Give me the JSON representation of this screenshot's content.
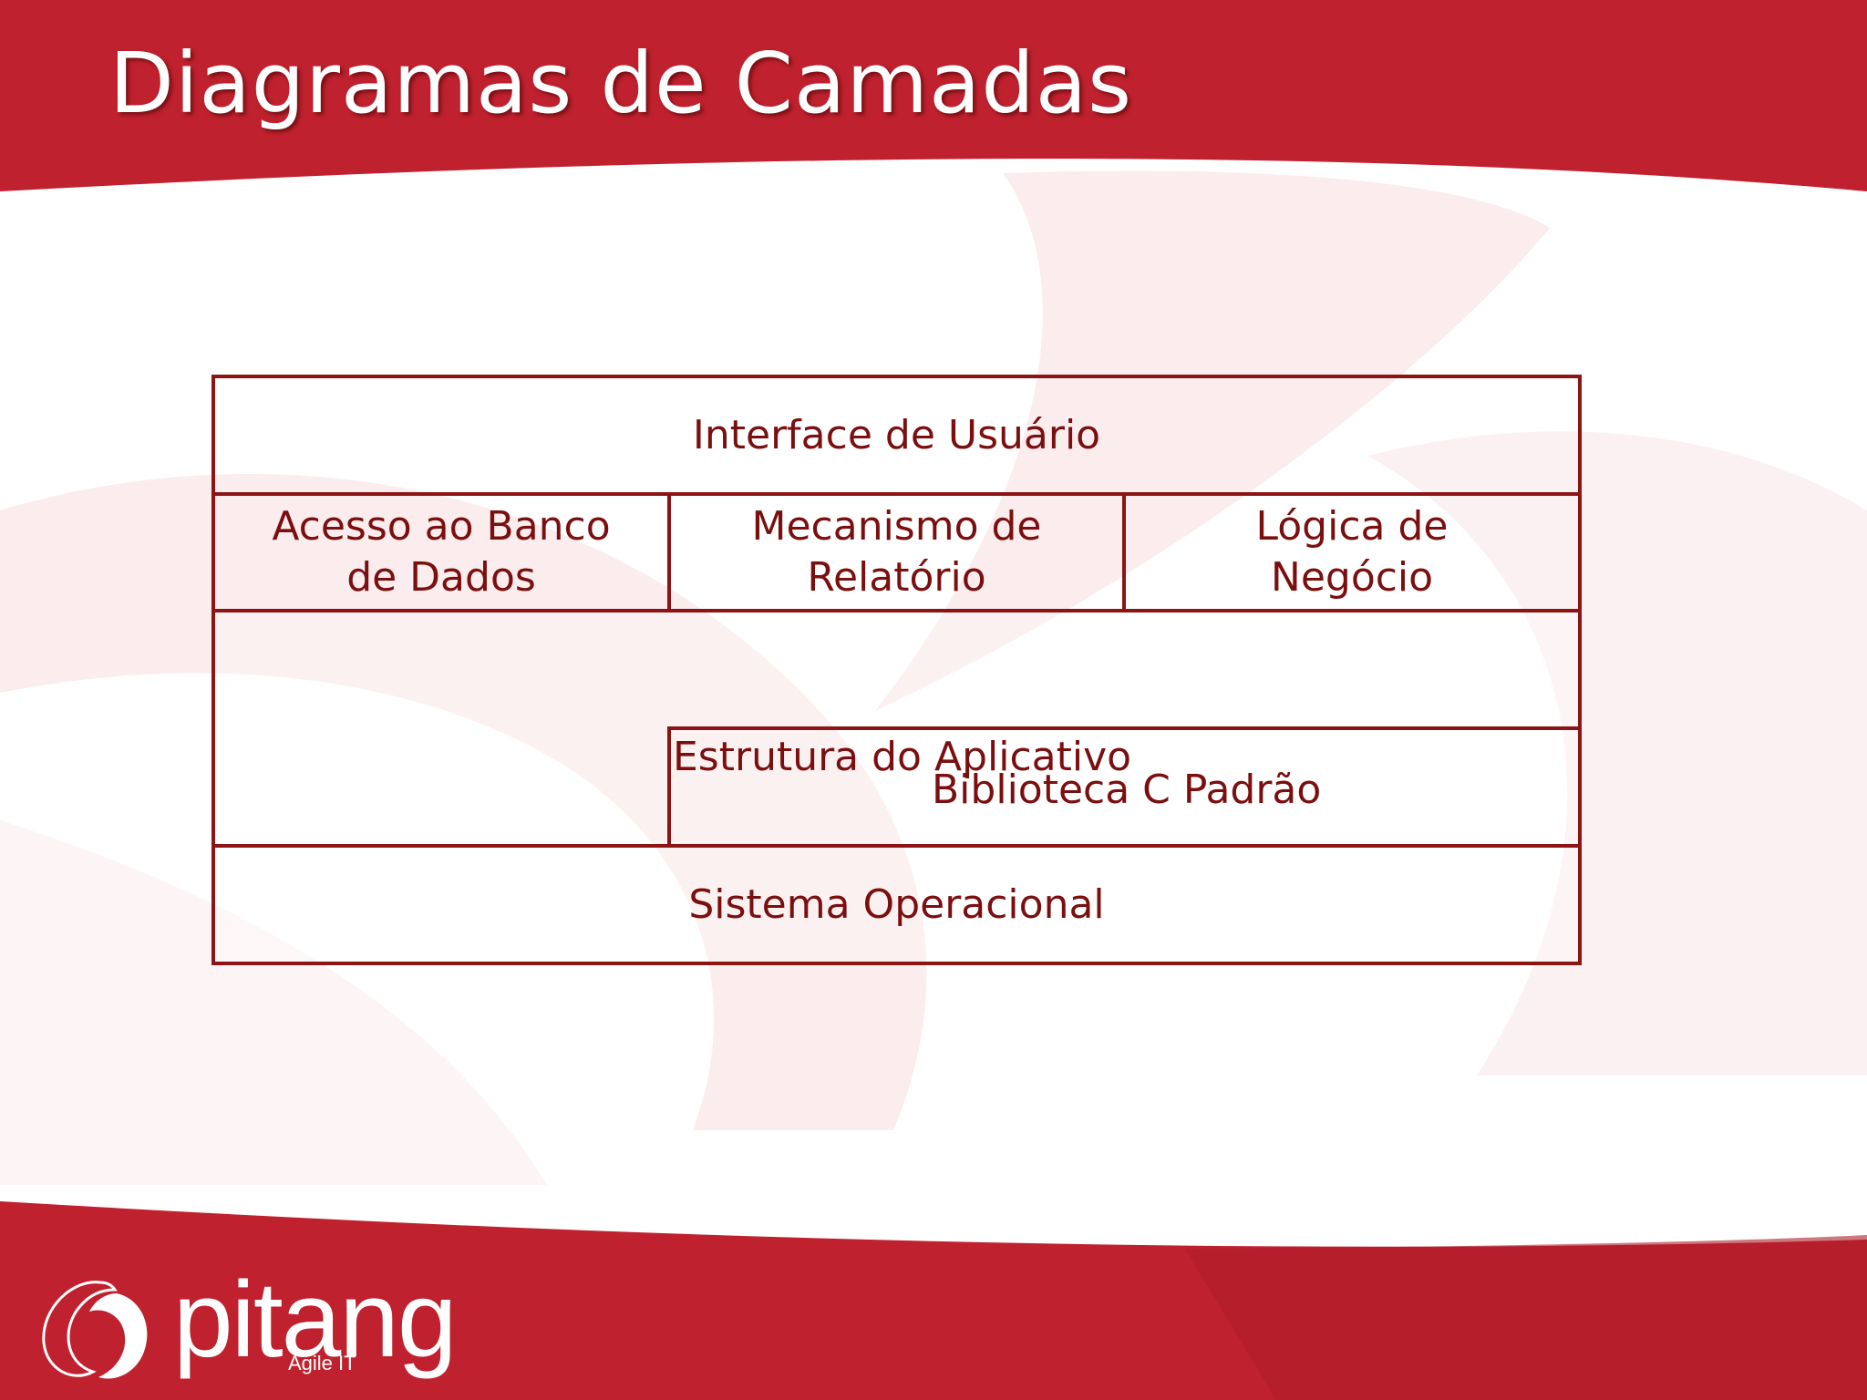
{
  "slide": {
    "title": "Diagramas de Camadas",
    "colors": {
      "brand_red": "#c0212e",
      "line_red": "#8c1414",
      "text_red": "#7b0f0f",
      "watermark": "#fbeced"
    }
  },
  "diagram": {
    "ui_layer": "Interface de Usuário",
    "db_access": "Acesso ao Banco de Dados",
    "report_engine": "Mecanismo de Relatório",
    "business_logic": "Lógica de Negócio",
    "app_framework": "Estrutura do Aplicativo",
    "c_library": "Biblioteca C Padrão",
    "os_layer": "Sistema Operacional"
  },
  "logo": {
    "wordmark": "pitang",
    "tagline": "Agile IT",
    "icon": "pitang-swirl-logo-icon"
  }
}
